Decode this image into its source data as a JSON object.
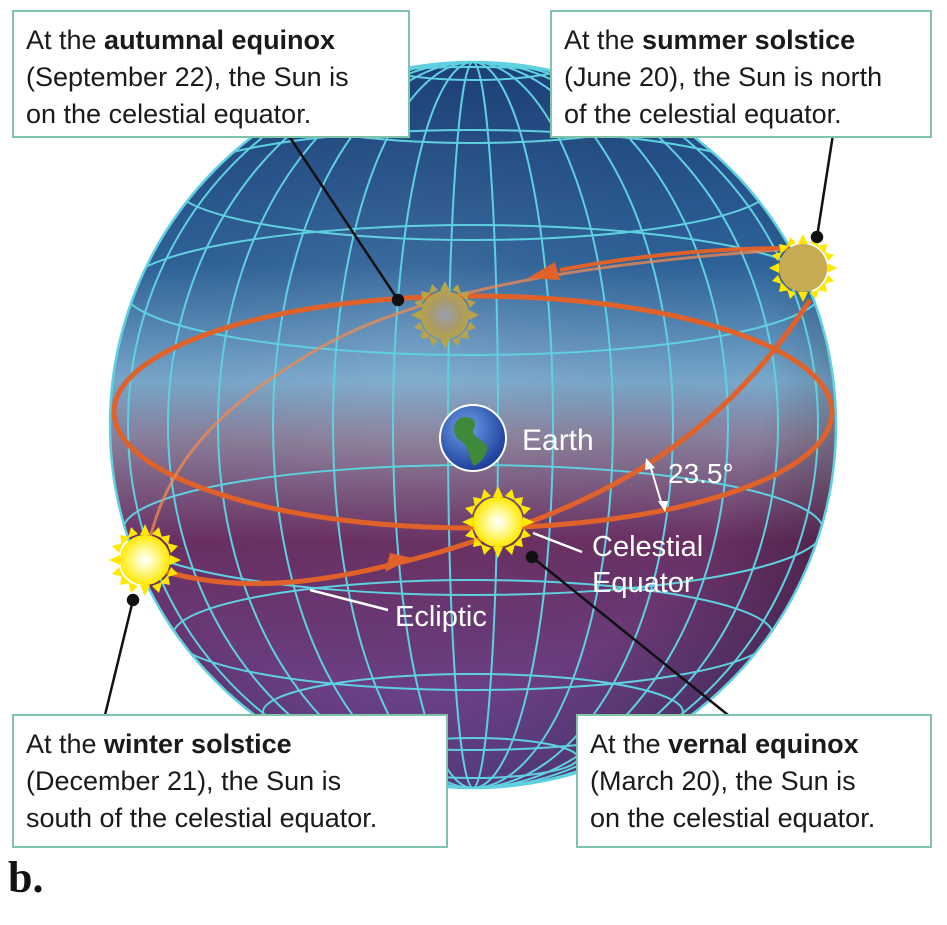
{
  "callouts": {
    "autumnal": {
      "prefix": "At the ",
      "bold": "autumnal equinox",
      "line2": "(September 22), the Sun is",
      "line3": "on the celestial equator."
    },
    "summer": {
      "prefix": "At the ",
      "bold": "summer solstice",
      "line2": "(June 20), the Sun is north",
      "line3": "of the celestial equator."
    },
    "winter": {
      "prefix": "At the ",
      "bold": "winter solstice",
      "line2": "(December 21), the Sun is",
      "line3": "south of the celestial equator."
    },
    "vernal": {
      "prefix": "At the ",
      "bold": "vernal equinox",
      "line2": "(March 20), the Sun is",
      "line3": "on the celestial equator."
    }
  },
  "labels": {
    "earth": "Earth",
    "tilt": "23.5°",
    "celestial_equator_1": "Celestial",
    "celestial_equator_2": "Equator",
    "ecliptic": "Ecliptic"
  },
  "panel_letter": "b.",
  "colors": {
    "sphere_top": "#1f4d86",
    "sphere_mid": "#6f9fc4",
    "sphere_bottom": "#5a2a6a",
    "grid": "#5fd0e0",
    "equator": "#e0622a",
    "ecliptic": "#e0622a",
    "callout_border": "#7fc4a6",
    "sun_bright": "#fff200",
    "sun_dim": "#b3a35a"
  }
}
